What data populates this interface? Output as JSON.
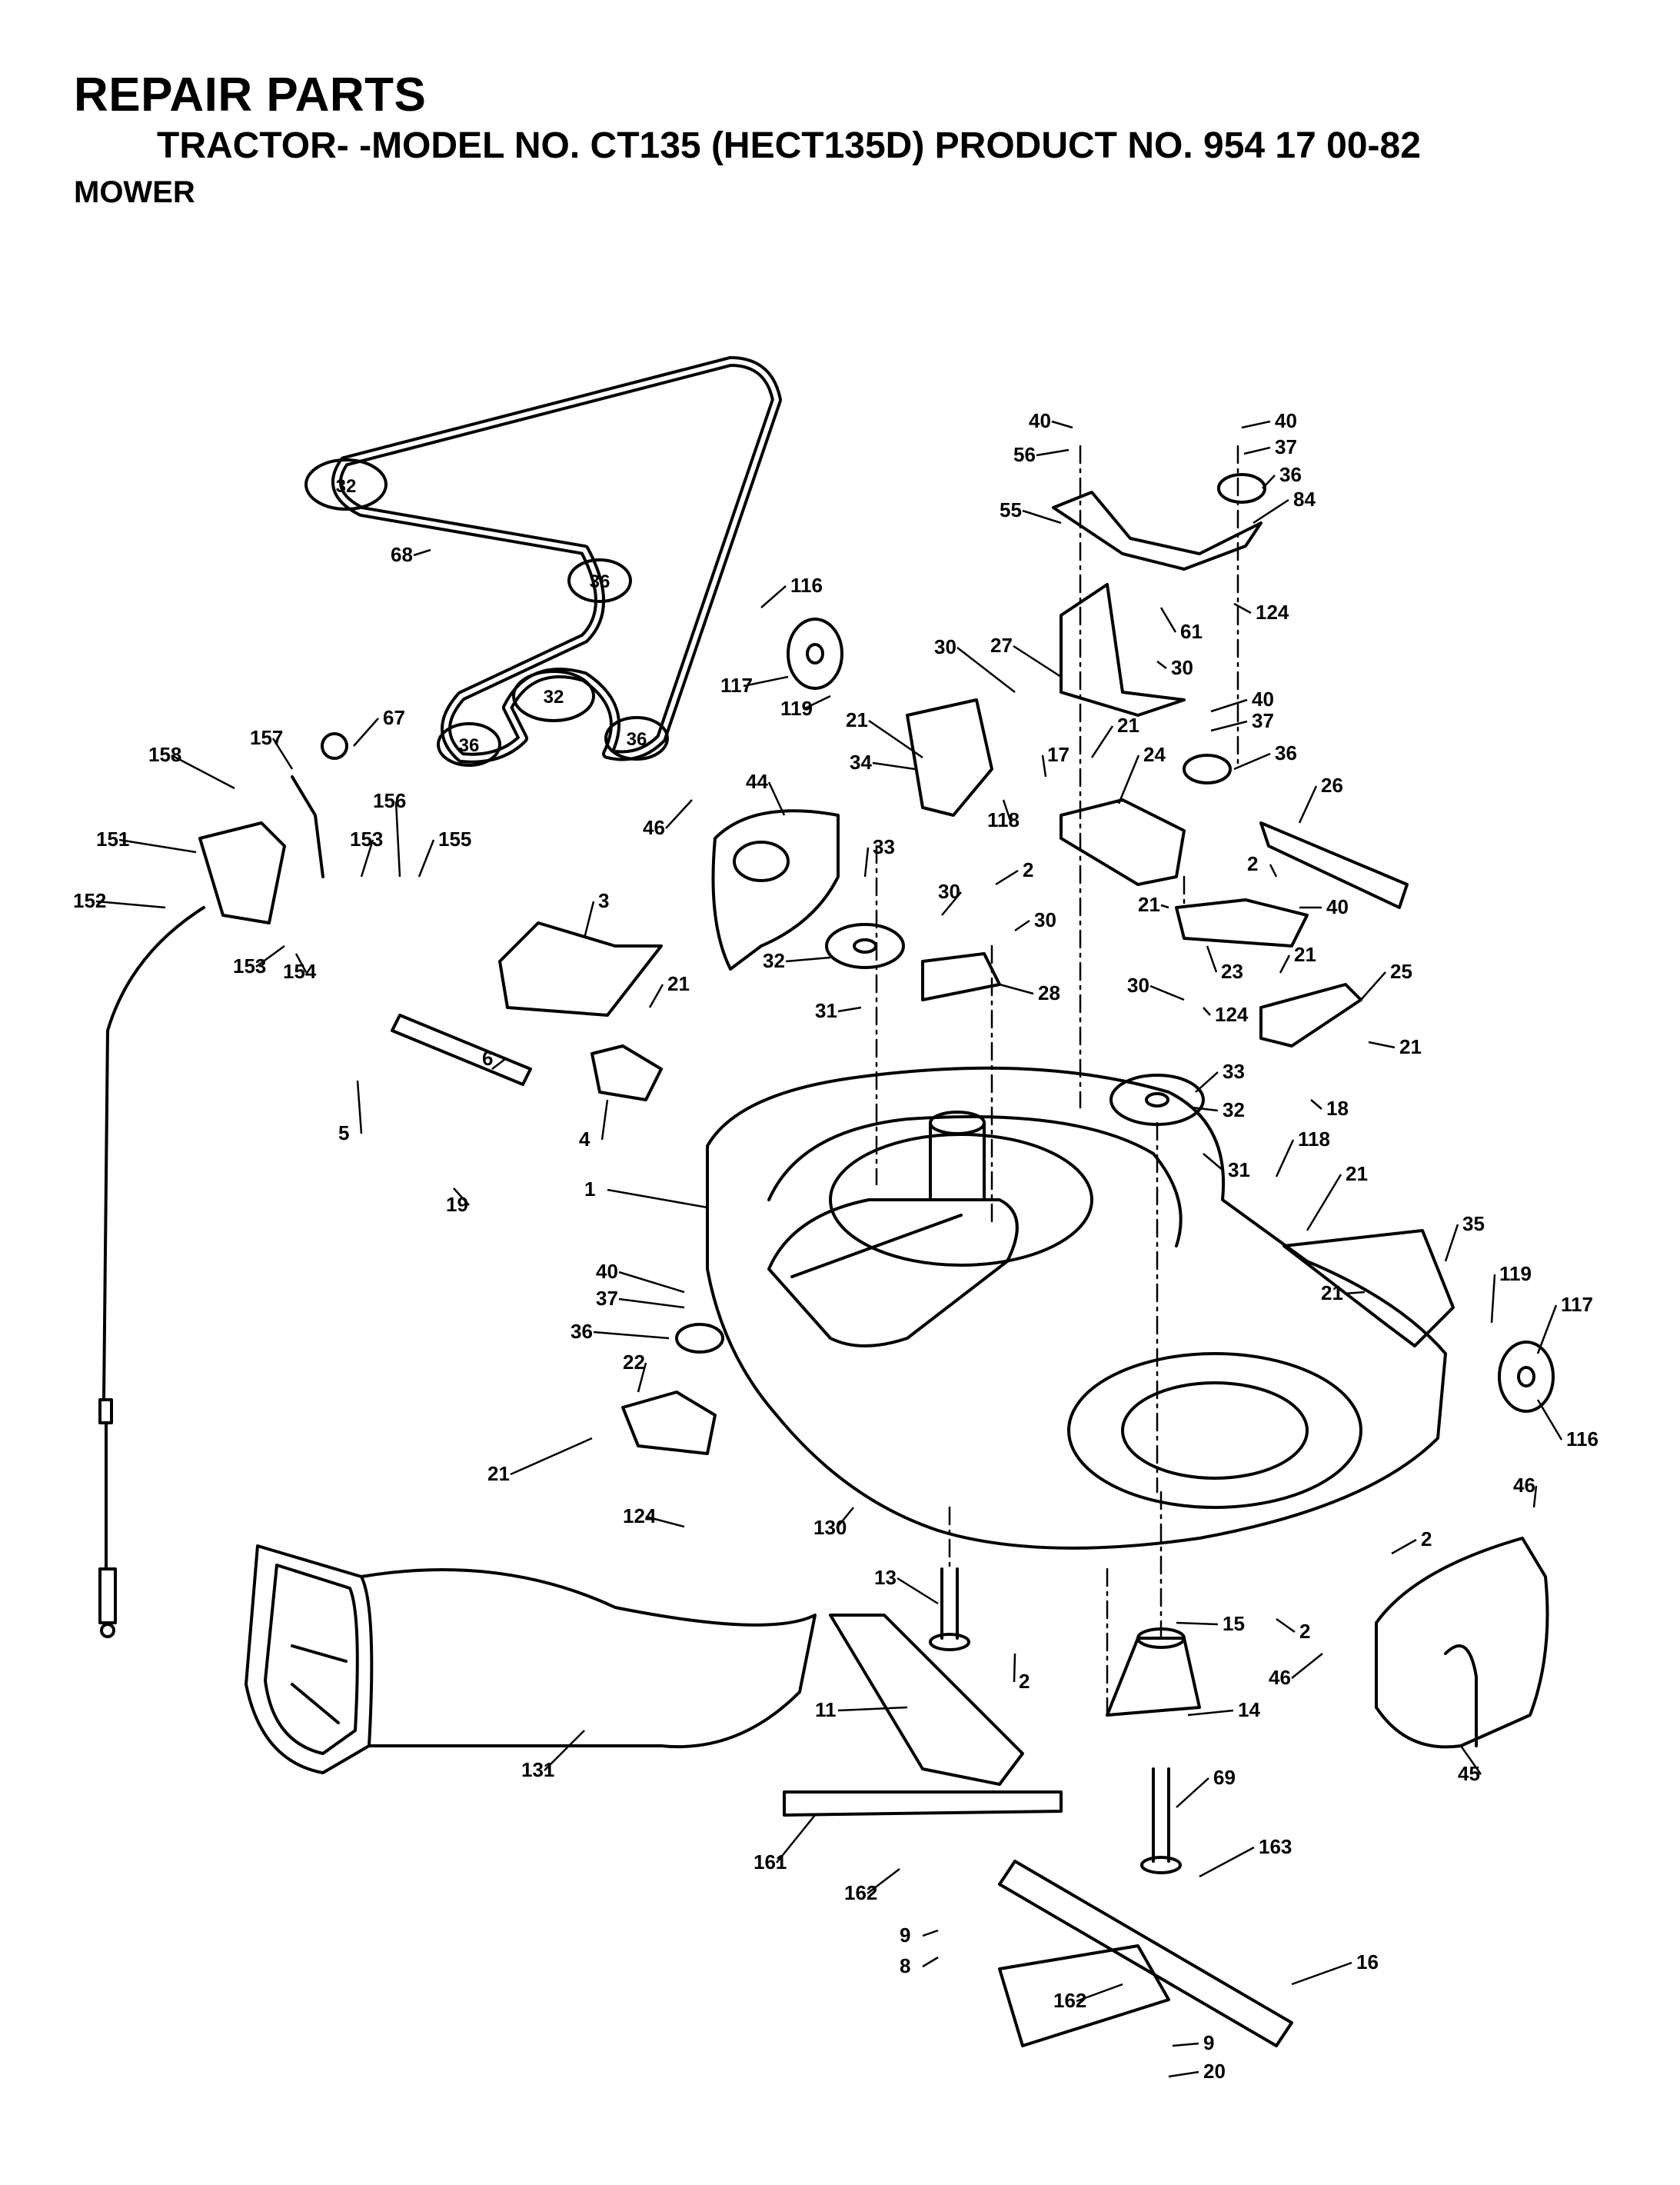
{
  "header": {
    "title": "REPAIR PARTS",
    "subtitle": "TRACTOR- -MODEL NO. CT135 (HECT135D) PRODUCT NO. 954 17 00-82",
    "section": "MOWER"
  },
  "callouts": [
    {
      "id": "c-40a",
      "label": "40"
    },
    {
      "id": "c-56",
      "label": "56"
    },
    {
      "id": "c-40b",
      "label": "40"
    },
    {
      "id": "c-37a",
      "label": "37"
    },
    {
      "id": "c-36a",
      "label": "36"
    },
    {
      "id": "c-84",
      "label": "84"
    },
    {
      "id": "c-55",
      "label": "55"
    },
    {
      "id": "c-68",
      "label": "68"
    },
    {
      "id": "c-124a",
      "label": "124"
    },
    {
      "id": "c-116a",
      "label": "116"
    },
    {
      "id": "c-61",
      "label": "61"
    },
    {
      "id": "c-30a",
      "label": "30"
    },
    {
      "id": "c-27",
      "label": "27"
    },
    {
      "id": "c-30b",
      "label": "30"
    },
    {
      "id": "c-117a",
      "label": "117"
    },
    {
      "id": "c-119a",
      "label": "119"
    },
    {
      "id": "c-40c",
      "label": "40"
    },
    {
      "id": "c-37b",
      "label": "37"
    },
    {
      "id": "c-21a",
      "label": "21"
    },
    {
      "id": "c-21b",
      "label": "21"
    },
    {
      "id": "c-67",
      "label": "67"
    },
    {
      "id": "c-158",
      "label": "158"
    },
    {
      "id": "c-157",
      "label": "157"
    },
    {
      "id": "c-34",
      "label": "34"
    },
    {
      "id": "c-17",
      "label": "17"
    },
    {
      "id": "c-24",
      "label": "24"
    },
    {
      "id": "c-36b",
      "label": "36"
    },
    {
      "id": "c-156",
      "label": "156"
    },
    {
      "id": "c-46a",
      "label": "46"
    },
    {
      "id": "c-44",
      "label": "44"
    },
    {
      "id": "c-118a",
      "label": "118"
    },
    {
      "id": "c-26",
      "label": "26"
    },
    {
      "id": "c-151",
      "label": "151"
    },
    {
      "id": "c-153a",
      "label": "153"
    },
    {
      "id": "c-155",
      "label": "155"
    },
    {
      "id": "c-33a",
      "label": "33"
    },
    {
      "id": "c-2a",
      "label": "2"
    },
    {
      "id": "c-2b",
      "label": "2"
    },
    {
      "id": "c-152",
      "label": "152"
    },
    {
      "id": "c-3",
      "label": "3"
    },
    {
      "id": "c-30c",
      "label": "30"
    },
    {
      "id": "c-30d",
      "label": "30"
    },
    {
      "id": "c-21c",
      "label": "21"
    },
    {
      "id": "c-40d",
      "label": "40"
    },
    {
      "id": "c-153b",
      "label": "153"
    },
    {
      "id": "c-154",
      "label": "154"
    },
    {
      "id": "c-32a",
      "label": "32"
    },
    {
      "id": "c-28",
      "label": "28"
    },
    {
      "id": "c-21d",
      "label": "21"
    },
    {
      "id": "c-23",
      "label": "23"
    },
    {
      "id": "c-25",
      "label": "25"
    },
    {
      "id": "c-21e",
      "label": "21"
    },
    {
      "id": "c-31a",
      "label": "31"
    },
    {
      "id": "c-30e",
      "label": "30"
    },
    {
      "id": "c-124b",
      "label": "124"
    },
    {
      "id": "c-21f",
      "label": "21"
    },
    {
      "id": "c-6",
      "label": "6"
    },
    {
      "id": "c-33b",
      "label": "33"
    },
    {
      "id": "c-32b",
      "label": "32"
    },
    {
      "id": "c-18",
      "label": "18"
    },
    {
      "id": "c-5",
      "label": "5"
    },
    {
      "id": "c-4",
      "label": "4"
    },
    {
      "id": "c-118b",
      "label": "118"
    },
    {
      "id": "c-31b",
      "label": "31"
    },
    {
      "id": "c-21g",
      "label": "21"
    },
    {
      "id": "c-19",
      "label": "19"
    },
    {
      "id": "c-1",
      "label": "1"
    },
    {
      "id": "c-35",
      "label": "35"
    },
    {
      "id": "c-40e",
      "label": "40"
    },
    {
      "id": "c-119b",
      "label": "119"
    },
    {
      "id": "c-117b",
      "label": "117"
    },
    {
      "id": "c-37c",
      "label": "37"
    },
    {
      "id": "c-21h",
      "label": "21"
    },
    {
      "id": "c-36c",
      "label": "36"
    },
    {
      "id": "c-22",
      "label": "22"
    },
    {
      "id": "c-116b",
      "label": "116"
    },
    {
      "id": "c-21i",
      "label": "21"
    },
    {
      "id": "c-124c",
      "label": "124"
    },
    {
      "id": "c-130",
      "label": "130"
    },
    {
      "id": "c-46b",
      "label": "46"
    },
    {
      "id": "c-2c",
      "label": "2"
    },
    {
      "id": "c-13",
      "label": "13"
    },
    {
      "id": "c-15",
      "label": "15"
    },
    {
      "id": "c-2d",
      "label": "2"
    },
    {
      "id": "c-46c",
      "label": "46"
    },
    {
      "id": "c-2e",
      "label": "2"
    },
    {
      "id": "c-11",
      "label": "11"
    },
    {
      "id": "c-14",
      "label": "14"
    },
    {
      "id": "c-131",
      "label": "131"
    },
    {
      "id": "c-45",
      "label": "45"
    },
    {
      "id": "c-69",
      "label": "69"
    },
    {
      "id": "c-161",
      "label": "161"
    },
    {
      "id": "c-163",
      "label": "163"
    },
    {
      "id": "c-162a",
      "label": "162"
    },
    {
      "id": "c-9a",
      "label": "9"
    },
    {
      "id": "c-8",
      "label": "8"
    },
    {
      "id": "c-16",
      "label": "16"
    },
    {
      "id": "c-162b",
      "label": "162"
    },
    {
      "id": "c-9b",
      "label": "9"
    },
    {
      "id": "c-20",
      "label": "20"
    }
  ],
  "belt_pulley_labels": {
    "p1": "32",
    "p2": "36",
    "p3": "32",
    "p4": "36",
    "p5": "36"
  }
}
